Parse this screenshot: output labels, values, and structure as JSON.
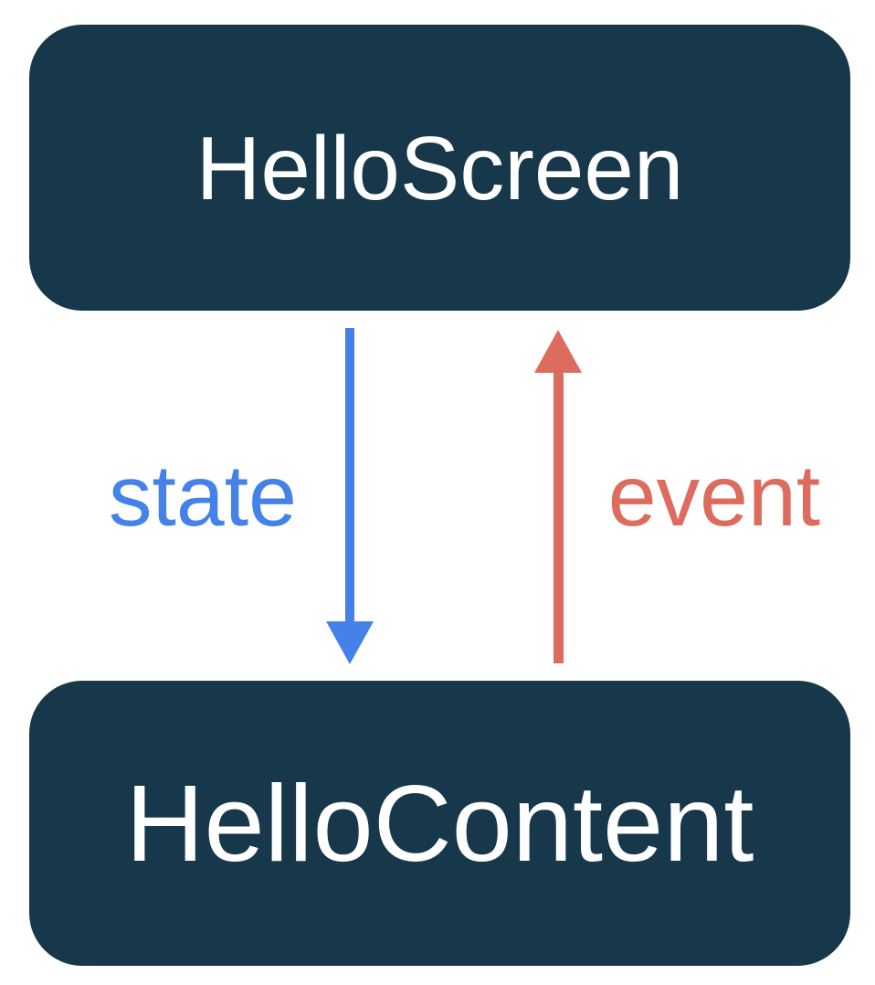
{
  "diagram": {
    "background_color": "#FFFFFF",
    "node_fill_color": "#17374B",
    "node_text_color": "#FFFFFF",
    "nodes": [
      {
        "id": "hello-screen",
        "label": "HelloScreen",
        "position": "top"
      },
      {
        "id": "hello-content",
        "label": "HelloContent",
        "position": "bottom"
      }
    ],
    "edges": [
      {
        "id": "state-edge",
        "label": "state",
        "color": "#4481E8",
        "direction": "down",
        "from": "HelloScreen",
        "to": "HelloContent"
      },
      {
        "id": "event-edge",
        "label": "event",
        "color": "#DD6C5E",
        "direction": "up",
        "from": "HelloContent",
        "to": "HelloScreen"
      }
    ]
  }
}
